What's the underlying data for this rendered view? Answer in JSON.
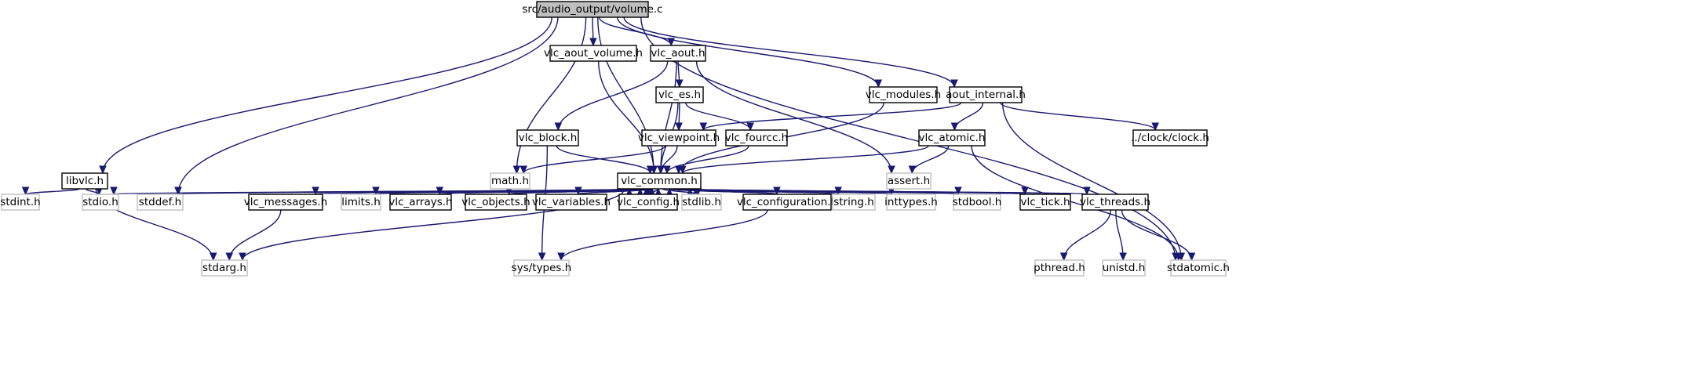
{
  "diagram": {
    "type": "include-dependency-graph",
    "colors": {
      "edge": "#191970",
      "root_fill": "#bfbfbf",
      "system_header_border": "#bfbfbf",
      "node_border": "#000000"
    },
    "nodes": [
      {
        "id": "root",
        "label": "src/audio_output/volume.c",
        "kind": "root"
      },
      {
        "id": "libvlc_h",
        "label": "libvlc.h",
        "kind": "local"
      },
      {
        "id": "stddef_h",
        "label": "stddef.h",
        "kind": "system"
      },
      {
        "id": "math_h",
        "label": "math.h",
        "kind": "system"
      },
      {
        "id": "vlc_common_h",
        "label": "vlc_common.h",
        "kind": "local"
      },
      {
        "id": "vlc_aout_volume_h",
        "label": "vlc_aout_volume.h",
        "kind": "local"
      },
      {
        "id": "vlc_aout_h",
        "label": "vlc_aout.h",
        "kind": "local"
      },
      {
        "id": "vlc_modules_h",
        "label": "vlc_modules.h",
        "kind": "local"
      },
      {
        "id": "aout_internal_h",
        "label": "aout_internal.h",
        "kind": "local"
      },
      {
        "id": "stdatomic_h",
        "label": "stdatomic.h",
        "kind": "system"
      },
      {
        "id": "vlc_es_h",
        "label": "vlc_es.h",
        "kind": "local"
      },
      {
        "id": "vlc_block_h",
        "label": "vlc_block.h",
        "kind": "local"
      },
      {
        "id": "vlc_viewpoint_h",
        "label": "vlc_viewpoint.h",
        "kind": "local"
      },
      {
        "id": "vlc_fourcc_h",
        "label": "vlc_fourcc.h",
        "kind": "local"
      },
      {
        "id": "vlc_atomic_h",
        "label": "vlc_atomic.h",
        "kind": "local"
      },
      {
        "id": "clock_h",
        "label": "../clock/clock.h",
        "kind": "local"
      },
      {
        "id": "assert_h",
        "label": "assert.h",
        "kind": "system"
      },
      {
        "id": "stdint_h",
        "label": "stdint.h",
        "kind": "system"
      },
      {
        "id": "stdio_h",
        "label": "stdio.h",
        "kind": "system"
      },
      {
        "id": "vlc_messages_h",
        "label": "vlc_messages.h",
        "kind": "local"
      },
      {
        "id": "limits_h",
        "label": "limits.h",
        "kind": "system"
      },
      {
        "id": "vlc_arrays_h",
        "label": "vlc_arrays.h",
        "kind": "local"
      },
      {
        "id": "vlc_objects_h",
        "label": "vlc_objects.h",
        "kind": "local"
      },
      {
        "id": "vlc_variables_h",
        "label": "vlc_variables.h",
        "kind": "local"
      },
      {
        "id": "vlc_config_h",
        "label": "vlc_config.h",
        "kind": "local"
      },
      {
        "id": "stdlib_h",
        "label": "stdlib.h",
        "kind": "system"
      },
      {
        "id": "vlc_configuration_h",
        "label": "vlc_configuration.h",
        "kind": "local"
      },
      {
        "id": "string_h",
        "label": "string.h",
        "kind": "system"
      },
      {
        "id": "inttypes_h",
        "label": "inttypes.h",
        "kind": "system"
      },
      {
        "id": "stdbool_h",
        "label": "stdbool.h",
        "kind": "system"
      },
      {
        "id": "vlc_tick_h",
        "label": "vlc_tick.h",
        "kind": "local"
      },
      {
        "id": "vlc_threads_h",
        "label": "vlc_threads.h",
        "kind": "local"
      },
      {
        "id": "stdarg_h",
        "label": "stdarg.h",
        "kind": "system"
      },
      {
        "id": "sys_types_h",
        "label": "sys/types.h",
        "kind": "system"
      },
      {
        "id": "pthread_h",
        "label": "pthread.h",
        "kind": "system"
      },
      {
        "id": "unistd_h",
        "label": "unistd.h",
        "kind": "system"
      }
    ],
    "edges": [
      [
        "root",
        "libvlc_h"
      ],
      [
        "root",
        "stddef_h"
      ],
      [
        "root",
        "math_h"
      ],
      [
        "root",
        "vlc_common_h"
      ],
      [
        "root",
        "vlc_aout_volume_h"
      ],
      [
        "root",
        "vlc_aout_h"
      ],
      [
        "root",
        "vlc_modules_h"
      ],
      [
        "root",
        "aout_internal_h"
      ],
      [
        "root",
        "stdatomic_h"
      ],
      [
        "libvlc_h",
        "stdint_h"
      ],
      [
        "libvlc_h",
        "stdio_h"
      ],
      [
        "libvlc_h",
        "stdarg_h"
      ],
      [
        "vlc_aout_volume_h",
        "vlc_common_h"
      ],
      [
        "vlc_aout_h",
        "vlc_es_h"
      ],
      [
        "vlc_aout_h",
        "vlc_block_h"
      ],
      [
        "vlc_aout_h",
        "vlc_common_h"
      ],
      [
        "vlc_aout_h",
        "assert_h"
      ],
      [
        "vlc_es_h",
        "vlc_common_h"
      ],
      [
        "vlc_es_h",
        "vlc_viewpoint_h"
      ],
      [
        "vlc_es_h",
        "vlc_fourcc_h"
      ],
      [
        "vlc_block_h",
        "sys_types_h"
      ],
      [
        "vlc_block_h",
        "vlc_common_h"
      ],
      [
        "vlc_viewpoint_h",
        "math_h"
      ],
      [
        "vlc_viewpoint_h",
        "vlc_common_h"
      ],
      [
        "vlc_fourcc_h",
        "vlc_common_h"
      ],
      [
        "vlc_modules_h",
        "vlc_common_h"
      ],
      [
        "aout_internal_h",
        "vlc_viewpoint_h"
      ],
      [
        "aout_internal_h",
        "vlc_atomic_h"
      ],
      [
        "aout_internal_h",
        "clock_h"
      ],
      [
        "aout_internal_h",
        "stdatomic_h"
      ],
      [
        "vlc_atomic_h",
        "vlc_common_h"
      ],
      [
        "vlc_atomic_h",
        "assert_h"
      ],
      [
        "vlc_atomic_h",
        "stdatomic_h"
      ],
      [
        "vlc_common_h",
        "stdio_h"
      ],
      [
        "vlc_common_h",
        "stddef_h"
      ],
      [
        "vlc_common_h",
        "stdarg_h"
      ],
      [
        "vlc_common_h",
        "vlc_messages_h"
      ],
      [
        "vlc_common_h",
        "limits_h"
      ],
      [
        "vlc_common_h",
        "vlc_arrays_h"
      ],
      [
        "vlc_common_h",
        "vlc_objects_h"
      ],
      [
        "vlc_common_h",
        "vlc_variables_h"
      ],
      [
        "vlc_common_h",
        "vlc_config_h"
      ],
      [
        "vlc_common_h",
        "stdlib_h"
      ],
      [
        "vlc_common_h",
        "vlc_configuration_h"
      ],
      [
        "vlc_common_h",
        "string_h"
      ],
      [
        "vlc_common_h",
        "inttypes_h"
      ],
      [
        "vlc_common_h",
        "stdbool_h"
      ],
      [
        "vlc_common_h",
        "vlc_tick_h"
      ],
      [
        "vlc_common_h",
        "vlc_threads_h"
      ],
      [
        "vlc_messages_h",
        "vlc_common_h"
      ],
      [
        "vlc_messages_h",
        "stdarg_h"
      ],
      [
        "vlc_arrays_h",
        "vlc_common_h"
      ],
      [
        "vlc_objects_h",
        "vlc_common_h"
      ],
      [
        "vlc_variables_h",
        "vlc_common_h"
      ],
      [
        "vlc_config_h",
        "vlc_common_h"
      ],
      [
        "vlc_configuration_h",
        "vlc_common_h"
      ],
      [
        "vlc_configuration_h",
        "sys_types_h"
      ],
      [
        "vlc_tick_h",
        "vlc_common_h"
      ],
      [
        "vlc_threads_h",
        "vlc_common_h"
      ],
      [
        "vlc_threads_h",
        "pthread_h"
      ],
      [
        "vlc_threads_h",
        "unistd_h"
      ],
      [
        "vlc_threads_h",
        "stdatomic_h"
      ]
    ]
  }
}
